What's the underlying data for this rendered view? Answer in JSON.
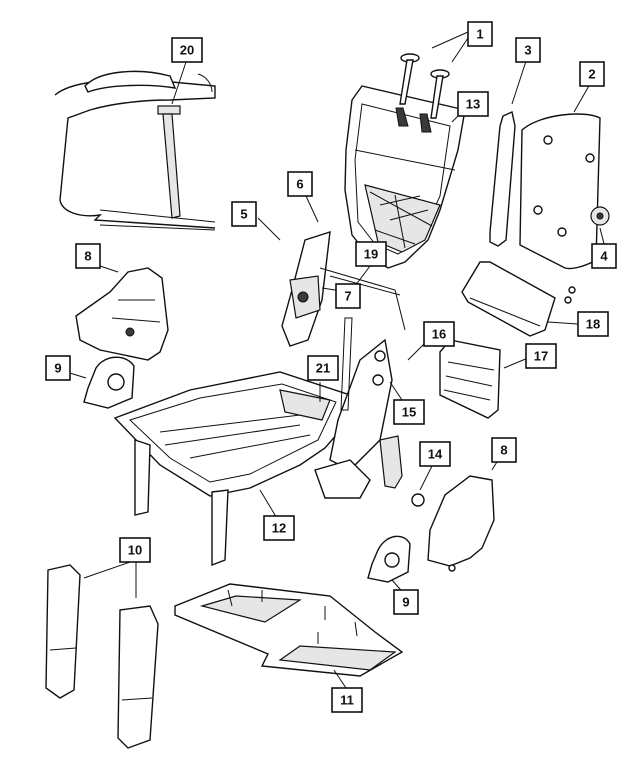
{
  "callouts": [
    {
      "id": "c1",
      "label": "1"
    },
    {
      "id": "c2",
      "label": "2"
    },
    {
      "id": "c3",
      "label": "3"
    },
    {
      "id": "c4",
      "label": "4"
    },
    {
      "id": "c5",
      "label": "5"
    },
    {
      "id": "c6",
      "label": "6"
    },
    {
      "id": "c7",
      "label": "7"
    },
    {
      "id": "c8a",
      "label": "8"
    },
    {
      "id": "c8b",
      "label": "8"
    },
    {
      "id": "c9a",
      "label": "9"
    },
    {
      "id": "c9b",
      "label": "9"
    },
    {
      "id": "c10",
      "label": "10"
    },
    {
      "id": "c11",
      "label": "11"
    },
    {
      "id": "c12",
      "label": "12"
    },
    {
      "id": "c13",
      "label": "13"
    },
    {
      "id": "c14",
      "label": "14"
    },
    {
      "id": "c15",
      "label": "15"
    },
    {
      "id": "c16",
      "label": "16"
    },
    {
      "id": "c17",
      "label": "17"
    },
    {
      "id": "c18",
      "label": "18"
    },
    {
      "id": "c19",
      "label": "19"
    },
    {
      "id": "c20",
      "label": "20"
    },
    {
      "id": "c21",
      "label": "21"
    }
  ]
}
